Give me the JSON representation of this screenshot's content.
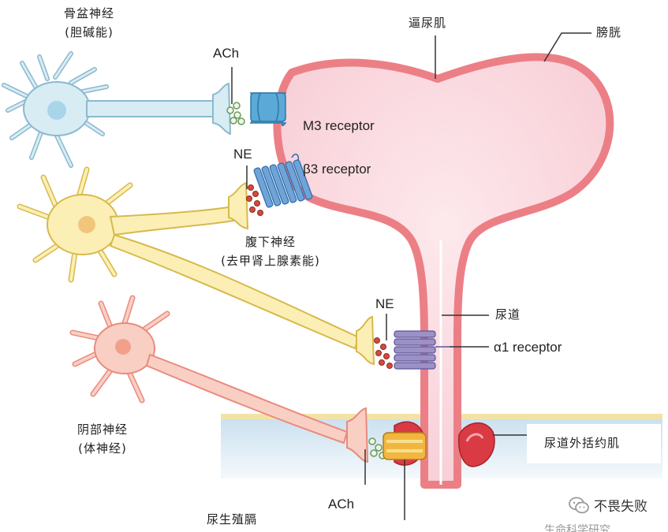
{
  "labels": {
    "sacral_nerve_line1": "骨盆神经",
    "sacral_nerve_line2": "(胆碱能)",
    "ach_top": "ACh",
    "m3_receptor": "M3 receptor",
    "ne_upper": "NE",
    "beta3_prefix": "β",
    "beta3_receptor": "3 receptor",
    "hypogastric_line1": "腹下神经",
    "hypogastric_line2": "(去甲肾上腺素能)",
    "detrusor": "逼尿肌",
    "bladder": "膀胱",
    "urethra": "尿道",
    "ne_lower": "NE",
    "alpha1_prefix": "α",
    "alpha1_receptor": "1 receptor",
    "pudendal_line1": "阴部神经",
    "pudendal_line2": "(体神经)",
    "external_sphincter": "尿道外括约肌",
    "ach_bottom": "ACh",
    "urogenital_diaphragm": "尿生殖膈"
  },
  "watermark": {
    "name": "不畏失败",
    "bottom_text": "生命科学研究"
  },
  "colors": {
    "bladder_fill": "#fbdde3",
    "bladder_wall": "#ec7f86",
    "blue_neuron": "#d8ecf4",
    "yellow_neuron": "#fbefb5",
    "red_neuron": "#f9cfc4",
    "m3_receptor": "#5aa9d6",
    "beta3_receptor": "#6ea4d8",
    "alpha1_receptor": "#9b91c6",
    "nicotinic_receptor": "#f2b640",
    "diaphragm": "#e3eef6"
  }
}
